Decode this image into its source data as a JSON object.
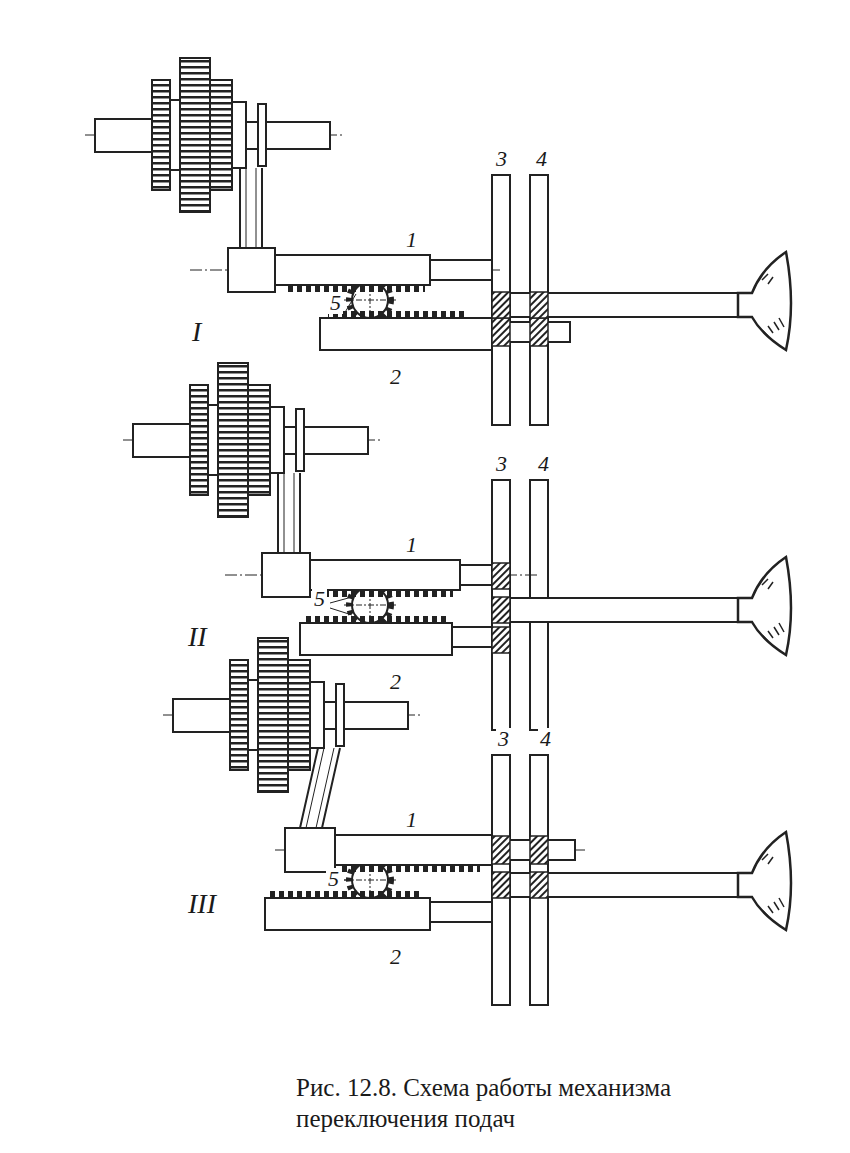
{
  "diagram": {
    "caption": "Рис. 12.8. Схема работы механизма переключения подач",
    "labels": [
      "3",
      "4",
      "1",
      "5",
      "I",
      "2",
      "3",
      "4",
      "1",
      "5",
      "II",
      "2",
      "3",
      "4",
      "1",
      "5",
      "III",
      "2"
    ]
  }
}
